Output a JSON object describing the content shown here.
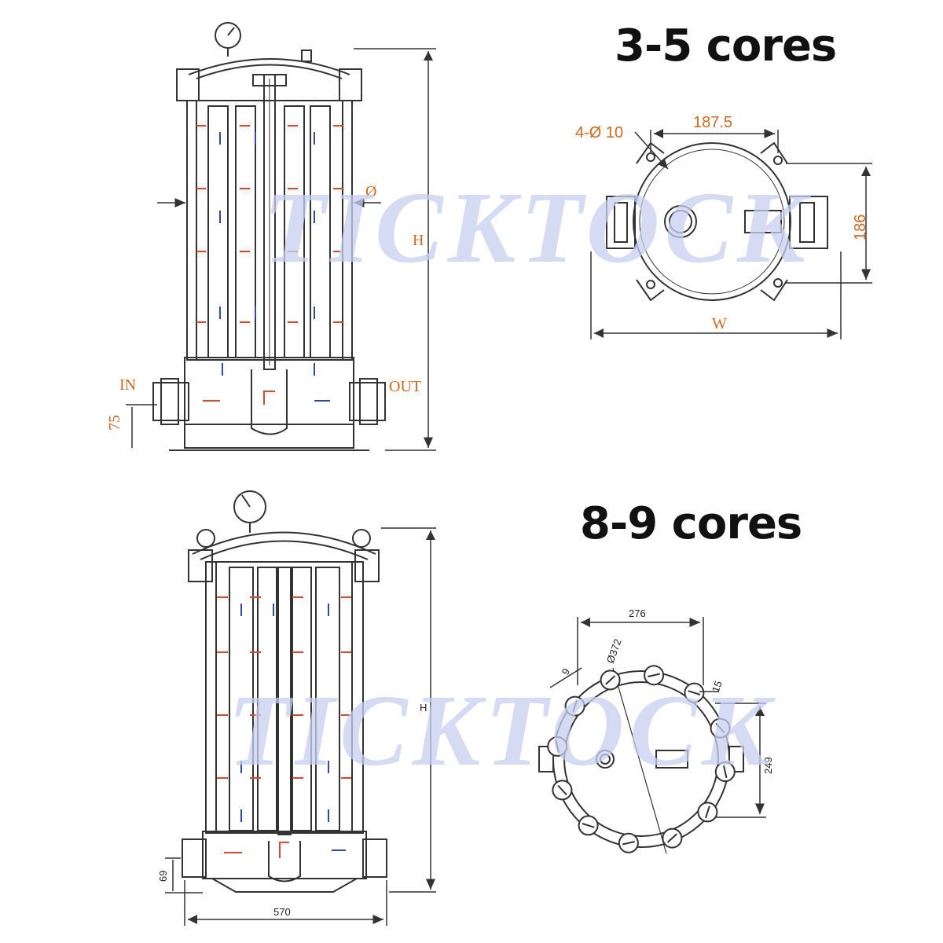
{
  "watermark": "TICKTOCK",
  "section_top": {
    "title": "3-5 cores",
    "label_in": "IN",
    "label_out": "OUT",
    "dim_75": "75",
    "dim_h": "H",
    "dim_dia": "Ø",
    "dim_holes": "4-Ø 10",
    "dim_187_5": "187.5",
    "dim_186": "186",
    "dim_w": "W"
  },
  "section_bottom": {
    "title": "8-9 cores",
    "dim_69": "69",
    "dim_570": "570",
    "dim_h": "H",
    "dim_276": "276",
    "dim_372": "Ø372",
    "dim_9": "9",
    "dim_15": "15",
    "dim_249": "249"
  },
  "colors": {
    "line": "#333333",
    "dimension": "#d2691e",
    "arrow_red": "#e0482a",
    "arrow_blue": "#2f4aa8",
    "watermark": "#c7cff0"
  }
}
